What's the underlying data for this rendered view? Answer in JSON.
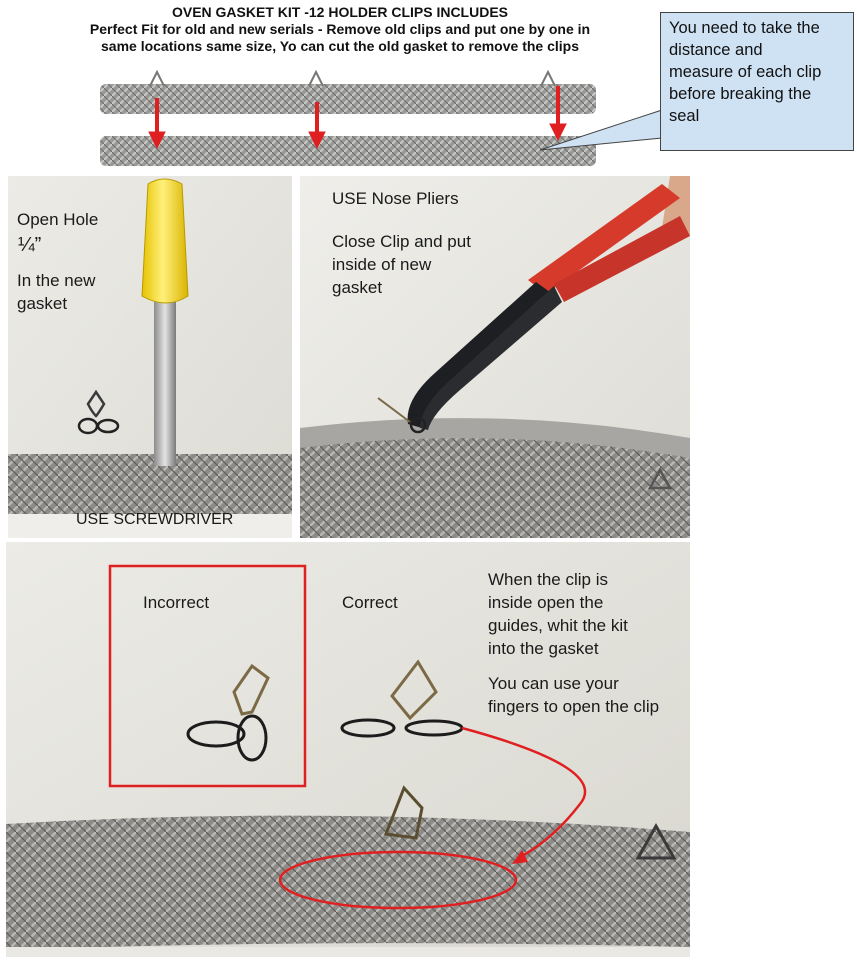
{
  "header": {
    "title_line1": "OVEN GASKET KIT -12 HOLDER CLIPS INCLUDES",
    "title_line2": "Perfect Fit for old and new serials - Remove old clips and put one by one in",
    "title_line3": "same locations same size, Yo can cut the old gasket to remove the clips"
  },
  "callout": {
    "line1": "You need to take the",
    "line2": "distance and",
    "line3": "measure of each clip",
    "line4": "before breaking the",
    "line5": "seal"
  },
  "panel_left": {
    "line1": "Open Hole",
    "fraction": "¼”",
    "line3": "In the new",
    "line4": "gasket",
    "caption": "USE SCREWDRIVER"
  },
  "panel_right": {
    "line1": "USE Nose Pliers",
    "line2": "Close Clip and put",
    "line3": "inside of new",
    "line4": "gasket"
  },
  "panel_bottom": {
    "incorrect": "Incorrect",
    "correct": "Correct",
    "note1_line1": "When the clip is",
    "note1_line2": "inside open the",
    "note1_line3": "guides, whit the kit",
    "note1_line4": "into the gasket",
    "note2_line1": "You can use your",
    "note2_line2": "fingers to open the clip"
  },
  "colors": {
    "highlight_red": "#e02020",
    "callout_fill": "#cfe2f3",
    "screwdriver_yellow": "#f5d400",
    "plier_grip_red": "#d63a2a"
  }
}
